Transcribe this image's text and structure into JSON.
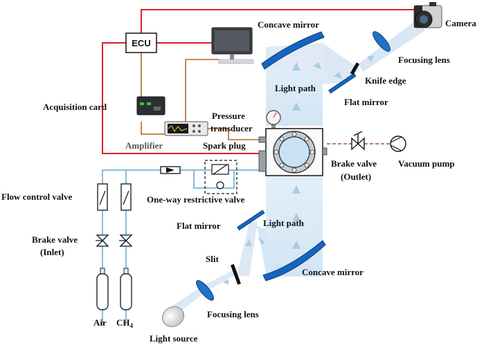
{
  "labels": {
    "ecu": "ECU",
    "concave_mirror_top": "Concave mirror",
    "camera": "Camera",
    "focusing_lens_top": "Focusing lens",
    "knife_edge": "Knife edge",
    "light_path_top": "Light path",
    "flat_mirror_top": "Flat mirror",
    "acquisition_card": "Acquisition card",
    "pressure_transducer_1": "Pressure",
    "pressure_transducer_2": "transducer",
    "amplifier": "Amplifier",
    "spark_plug": "Spark plug",
    "brake_valve_outlet_1": "Brake valve",
    "brake_valve_outlet_2": "(Outlet)",
    "vacuum_pump": "Vacuum pump",
    "flow_control_valve": "Flow control valve",
    "one_way_valve": "One-way restrictive valve",
    "brake_valve_inlet_1": "Brake valve",
    "brake_valve_inlet_2": "(Inlet)",
    "flat_mirror_bottom": "Flat mirror",
    "light_path_bottom": "Light path",
    "slit": "Slit",
    "concave_mirror_bottom": "Concave mirror",
    "air": "Air",
    "ch4": "CH",
    "ch4_sub": "4",
    "focusing_lens_bottom": "Focusing lens",
    "light_source": "Light source"
  },
  "colors": {
    "signal_line": "#d9202a",
    "data_line": "#b5651d",
    "gas_line": "#86bde0",
    "light_beam": "#dbe9f6",
    "mirror": "#1565c0"
  }
}
